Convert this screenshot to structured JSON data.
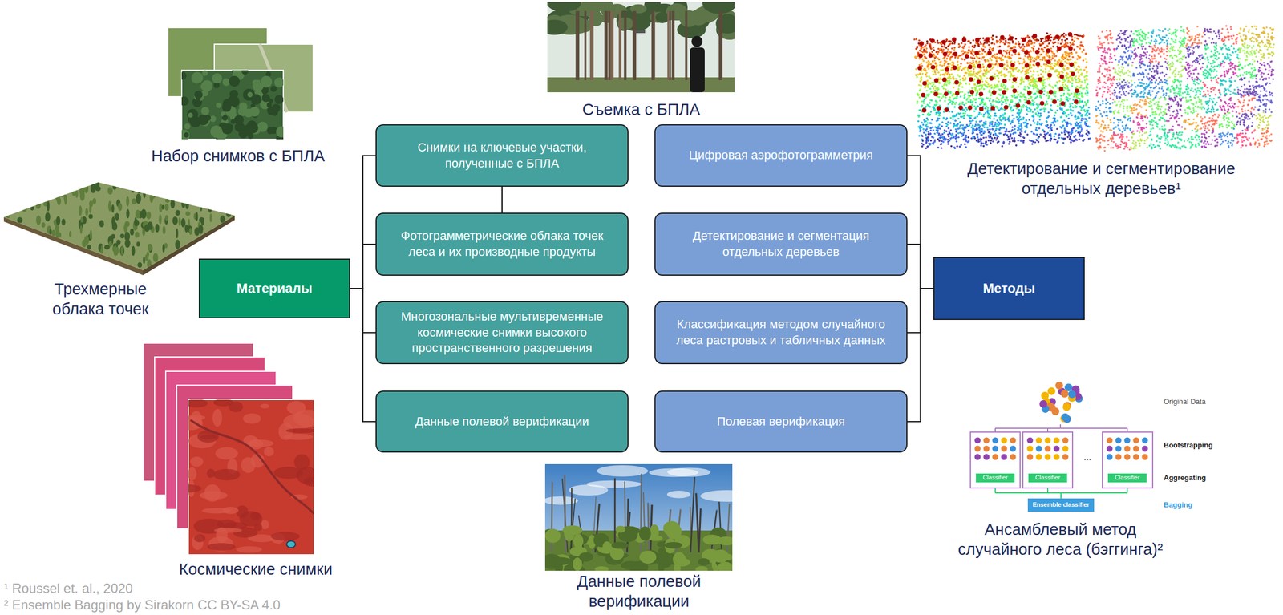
{
  "diagram": {
    "nodes": [
      {
        "text": [
          "Материалы"
        ]
      },
      {
        "text": [
          "Снимки на ключевые участки, полученные с БПЛА"
        ]
      },
      {
        "text": [
          "Фотограмметрические облака точек леса и их производные продукты"
        ]
      },
      {
        "text": [
          "Многозональные мультивременные космические снимки высокого пространственного разрешения"
        ]
      },
      {
        "text": [
          "Данные полевой верификации"
        ]
      },
      {
        "text": [
          "Методы"
        ]
      },
      {
        "text": [
          "Цифровая аэрофотограмметрия"
        ]
      },
      {
        "text": [
          "Детектирование и сегментация отдельных деревьев"
        ]
      },
      {
        "text": [
          "Классификация методом случайного леса растровых и табличных данных"
        ]
      },
      {
        "text": [
          "Полевая верификация"
        ]
      }
    ],
    "edges": [
      {
        "from": 0,
        "to": 1,
        "arrow": "none"
      },
      {
        "from": 0,
        "to": 2,
        "arrow": "none"
      },
      {
        "from": 0,
        "to": 3,
        "arrow": "none"
      },
      {
        "from": 0,
        "to": 4,
        "arrow": "none"
      },
      {
        "from": 1,
        "to": 2,
        "arrow": "none"
      },
      {
        "from": 5,
        "to": 6,
        "arrow": "none"
      },
      {
        "from": 5,
        "to": 7,
        "arrow": "none"
      },
      {
        "from": 5,
        "to": 8,
        "arrow": "none"
      },
      {
        "from": 5,
        "to": 9,
        "arrow": "none"
      }
    ],
    "labels": [
      "Съемка с БПЛА",
      "Набор снимков с БПЛА",
      "Детектирование и сегментирование отдельных деревьев¹",
      "Трехмерные облака точек",
      "Original Data",
      "Classifier",
      "Classifier",
      "...",
      "Classifier",
      "Bootstrapping",
      "Aggregating",
      "Ensemble classifier",
      "Bagging",
      "Ансамблевый метод случайного леса (бэггинга)²",
      "Космические снимки",
      "Данные полевой верификации",
      "¹ Roussel et. al., 2020",
      "² Ensemble Bagging by Sirakorn CC BY-SA 4.0"
    ]
  }
}
